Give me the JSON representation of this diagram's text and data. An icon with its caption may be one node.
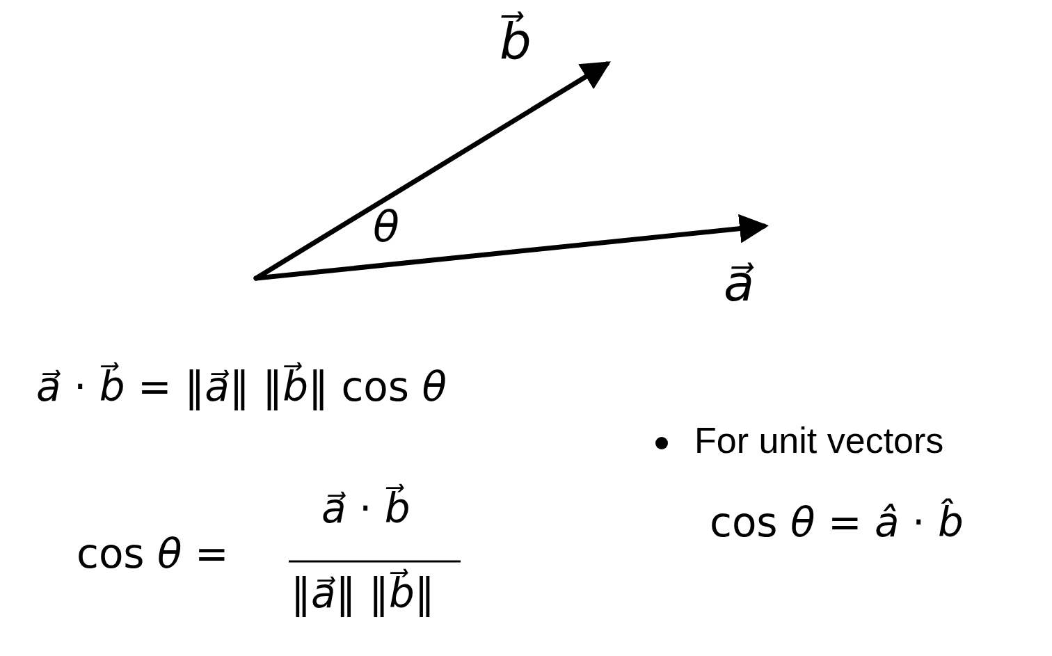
{
  "diagram": {
    "labels": [
      "*b⃗*",
      "*θ*",
      "*a⃗*",
      "*a⃗* · *b⃗* = ‖*a⃗*‖ ‖*b⃗*‖ cos *θ*",
      "cos *θ* =",
      "*a⃗* · *b⃗*",
      "‖*a⃗*‖ ‖*b⃗*‖",
      "For unit vectors",
      "cos *θ* = *â* · *b̂*"
    ]
  }
}
